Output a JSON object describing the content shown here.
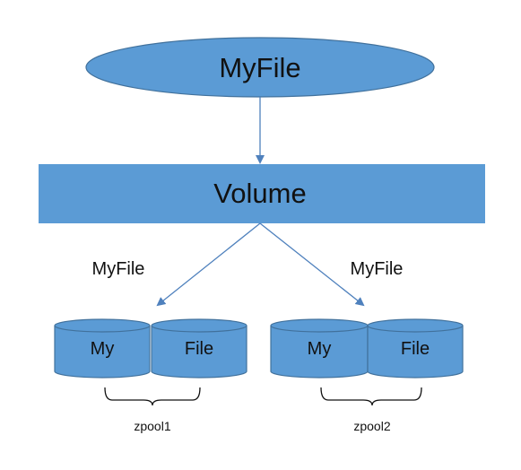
{
  "diagram": {
    "top_node": {
      "label": "MyFile"
    },
    "volume_node": {
      "label": "Volume"
    },
    "branch_labels": {
      "left": "MyFile",
      "right": "MyFile"
    },
    "pools": [
      {
        "name": "zpool1",
        "disks": [
          "My",
          "File"
        ]
      },
      {
        "name": "zpool2",
        "disks": [
          "My",
          "File"
        ]
      }
    ]
  },
  "colors": {
    "shape_fill": "#5b9bd5",
    "shape_stroke": "#41719c",
    "arrow": "#4f81bd",
    "text": "#111111",
    "brace": "#111111",
    "background": "#ffffff"
  }
}
